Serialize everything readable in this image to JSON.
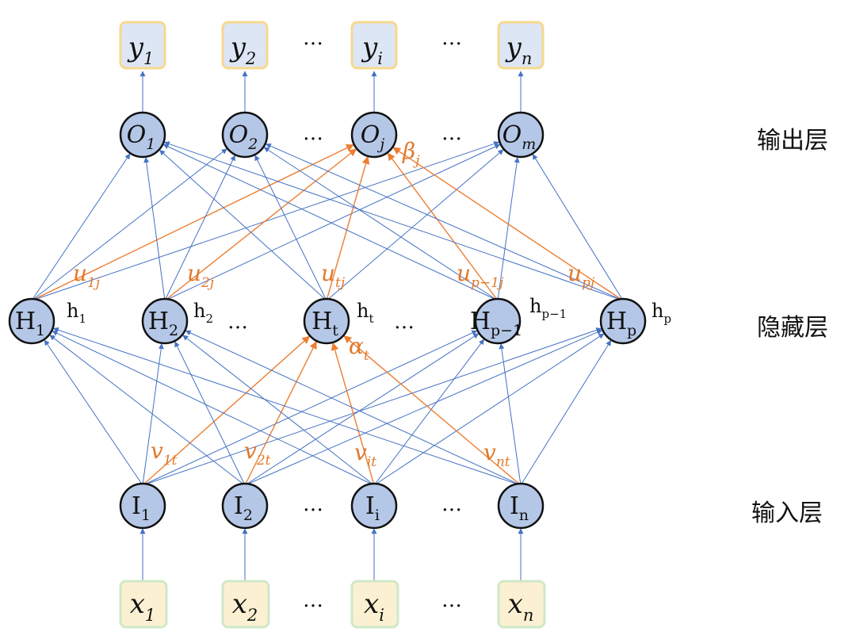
{
  "layers": {
    "output_label": "输出层",
    "hidden_label": "隐藏层",
    "input_label": "输入层"
  },
  "colors": {
    "node_fill": "#b4c7e7",
    "node_stroke": "#111111",
    "edge_blue": "#4472c4",
    "edge_orange": "#ed7d31",
    "y_box_fill": "#dde6f4",
    "y_box_stroke": "#f7d98c",
    "x_box_fill": "#fbf1d2",
    "x_box_stroke": "#cfe8c7",
    "label_orange": "#e07a2e"
  },
  "ellipsis": "…",
  "outputs_y": [
    {
      "base": "y",
      "sub": "1"
    },
    {
      "base": "y",
      "sub": "2"
    },
    {
      "base": "y",
      "sub": "i"
    },
    {
      "base": "y",
      "sub": "n"
    }
  ],
  "output_nodes": [
    {
      "base": "O",
      "sub": "1"
    },
    {
      "base": "O",
      "sub": "2"
    },
    {
      "base": "O",
      "sub": "j"
    },
    {
      "base": "O",
      "sub": "m"
    }
  ],
  "hidden_nodes": [
    {
      "base": "H",
      "sub": "1",
      "value_base": "h",
      "value_sub": "1"
    },
    {
      "base": "H",
      "sub": "2",
      "value_base": "h",
      "value_sub": "2"
    },
    {
      "base": "H",
      "sub": "t",
      "value_base": "h",
      "value_sub": "t"
    },
    {
      "base": "H",
      "sub": "p−1",
      "value_base": "h",
      "value_sub": "p−1"
    },
    {
      "base": "H",
      "sub": "p",
      "value_base": "h",
      "value_sub": "p"
    }
  ],
  "input_nodes": [
    {
      "base": "I",
      "sub": "1"
    },
    {
      "base": "I",
      "sub": "2"
    },
    {
      "base": "I",
      "sub": "i"
    },
    {
      "base": "I",
      "sub": "n"
    }
  ],
  "inputs_x": [
    {
      "base": "x",
      "sub": "1"
    },
    {
      "base": "x",
      "sub": "2"
    },
    {
      "base": "x",
      "sub": "i"
    },
    {
      "base": "x",
      "sub": "n"
    }
  ],
  "weights_u": [
    {
      "base": "u",
      "sub": "1j"
    },
    {
      "base": "u",
      "sub": "2j"
    },
    {
      "base": "u",
      "sub": "tj"
    },
    {
      "base": "u",
      "sub": "p−1j"
    },
    {
      "base": "u",
      "sub": "pj"
    }
  ],
  "weights_v": [
    {
      "base": "v",
      "sub": "1t"
    },
    {
      "base": "v",
      "sub": "2t"
    },
    {
      "base": "v",
      "sub": "it"
    },
    {
      "base": "v",
      "sub": "nt"
    }
  ],
  "beta": {
    "base": "β",
    "sub": "j"
  },
  "alpha": {
    "base": "α",
    "sub": "t"
  }
}
